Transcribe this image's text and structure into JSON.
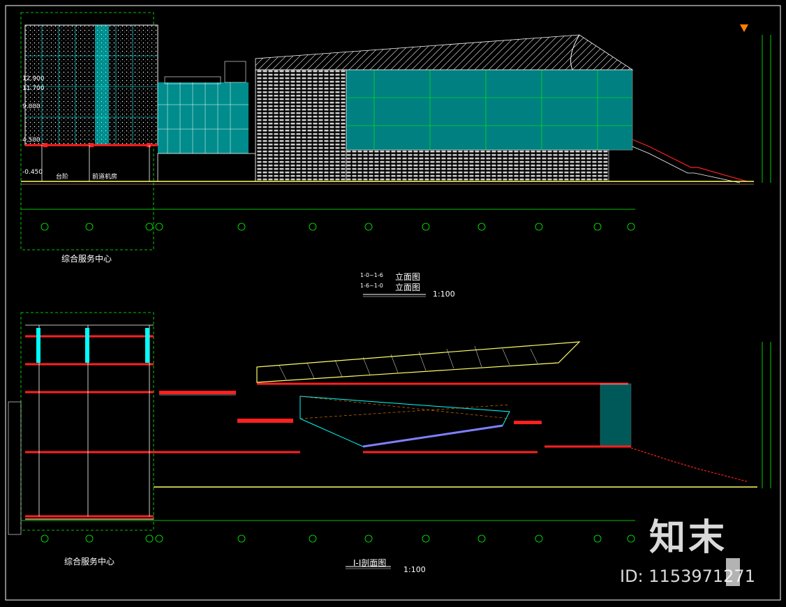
{
  "colors": {
    "bg": "#000000",
    "green": "#00ff00",
    "cyan": "#00ffff",
    "red": "#ff2020",
    "yellow": "#ffff66",
    "white": "#ffffff",
    "orange": "#ff8000",
    "brown": "#c08060"
  },
  "elevation": {
    "title": "立面图",
    "title2": "立面图",
    "scale": "1:100",
    "grid_start_a": "1-0",
    "grid_end_a": "1-6",
    "grid_start_b": "1-6",
    "grid_end_b": "1-0",
    "left_label": "综合服务中心",
    "level_labels": [
      "12.900",
      "11.700",
      "9.000",
      "4.500",
      "-0.450"
    ],
    "ground_labels": [
      "台阶",
      "前道机房"
    ]
  },
  "section": {
    "title": "I-I剖面图",
    "scale": "1:100",
    "left_label": "综合服务中心"
  },
  "watermark": {
    "brand": "知末",
    "id_text": "ID: 1153971271"
  }
}
